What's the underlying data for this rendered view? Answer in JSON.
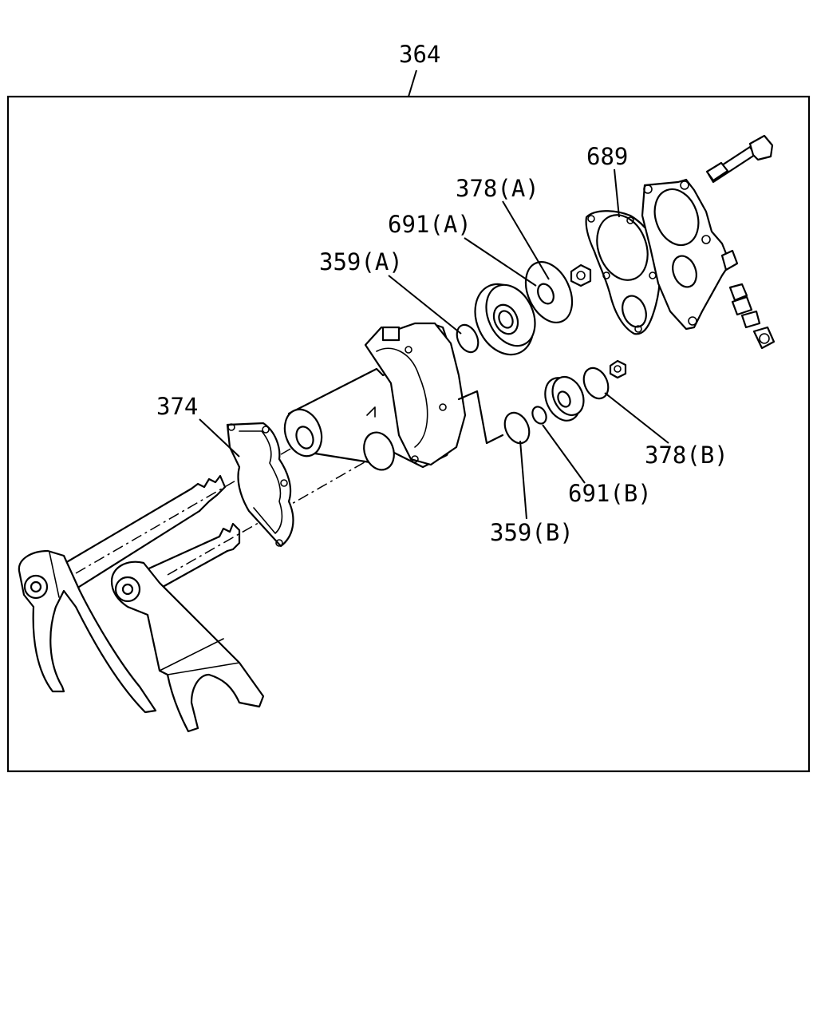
{
  "diagram": {
    "assembly_label": "364",
    "parts": [
      {
        "id": "689",
        "label": "689"
      },
      {
        "id": "378a",
        "label": "378(A)"
      },
      {
        "id": "691a",
        "label": "691(A)"
      },
      {
        "id": "359a",
        "label": "359(A)"
      },
      {
        "id": "374",
        "label": "374"
      },
      {
        "id": "378b",
        "label": "378(B)"
      },
      {
        "id": "691b",
        "label": "691(B)"
      },
      {
        "id": "359b",
        "label": "359(B)"
      }
    ]
  }
}
